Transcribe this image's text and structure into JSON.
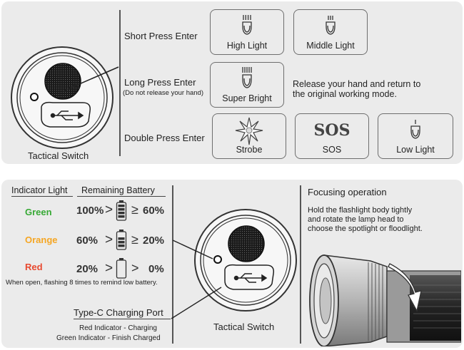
{
  "top": {
    "switch_label": "Tactical Switch",
    "rows": {
      "short_press": "Short Press Enter",
      "long_press": "Long Press Enter",
      "long_press_note": "(Do not release your hand)",
      "double_press": "Double Press Enter"
    },
    "modes": {
      "high_light": "High Light",
      "middle_light": "Middle Light",
      "super_bright": "Super Bright",
      "strobe": "Strobe",
      "sos_icon": "SOS",
      "sos": "SOS",
      "low_light": "Low Light"
    },
    "release_note_1": "Release your hand and return to",
    "release_note_2": "the original working mode."
  },
  "bottom": {
    "headers": {
      "indicator": "Indicator Light",
      "battery": "Remaining Battery"
    },
    "indicators": [
      {
        "color_name": "Green",
        "color": "#37a935",
        "range_a": "100%",
        "range_b": "60%"
      },
      {
        "color_name": "Orange",
        "color": "#f5a623",
        "range_a": "60%",
        "range_b": "20%"
      },
      {
        "color_name": "Red",
        "color": "#e8492f",
        "range_a": "20%",
        "range_b": "0%"
      }
    ],
    "low_battery_note": "When open, flashing 8 times to remind low battery.",
    "charging": {
      "title": "Type-C Charging Port",
      "red": "Red Indicator  - Charging",
      "green": "Green Indicator - Finish Charged"
    },
    "switch_label": "Tactical Switch",
    "focus": {
      "title": "Focusing operation",
      "line1": "Hold the flashlight body tightly",
      "line2": "and rotate the lamp head to",
      "line3": "choose the spotlight or floodlight."
    }
  },
  "icons": [
    "bulb-icon",
    "starburst-icon",
    "battery-icon",
    "usb-icon",
    "tactical-switch-icon",
    "flashlight-icon"
  ]
}
